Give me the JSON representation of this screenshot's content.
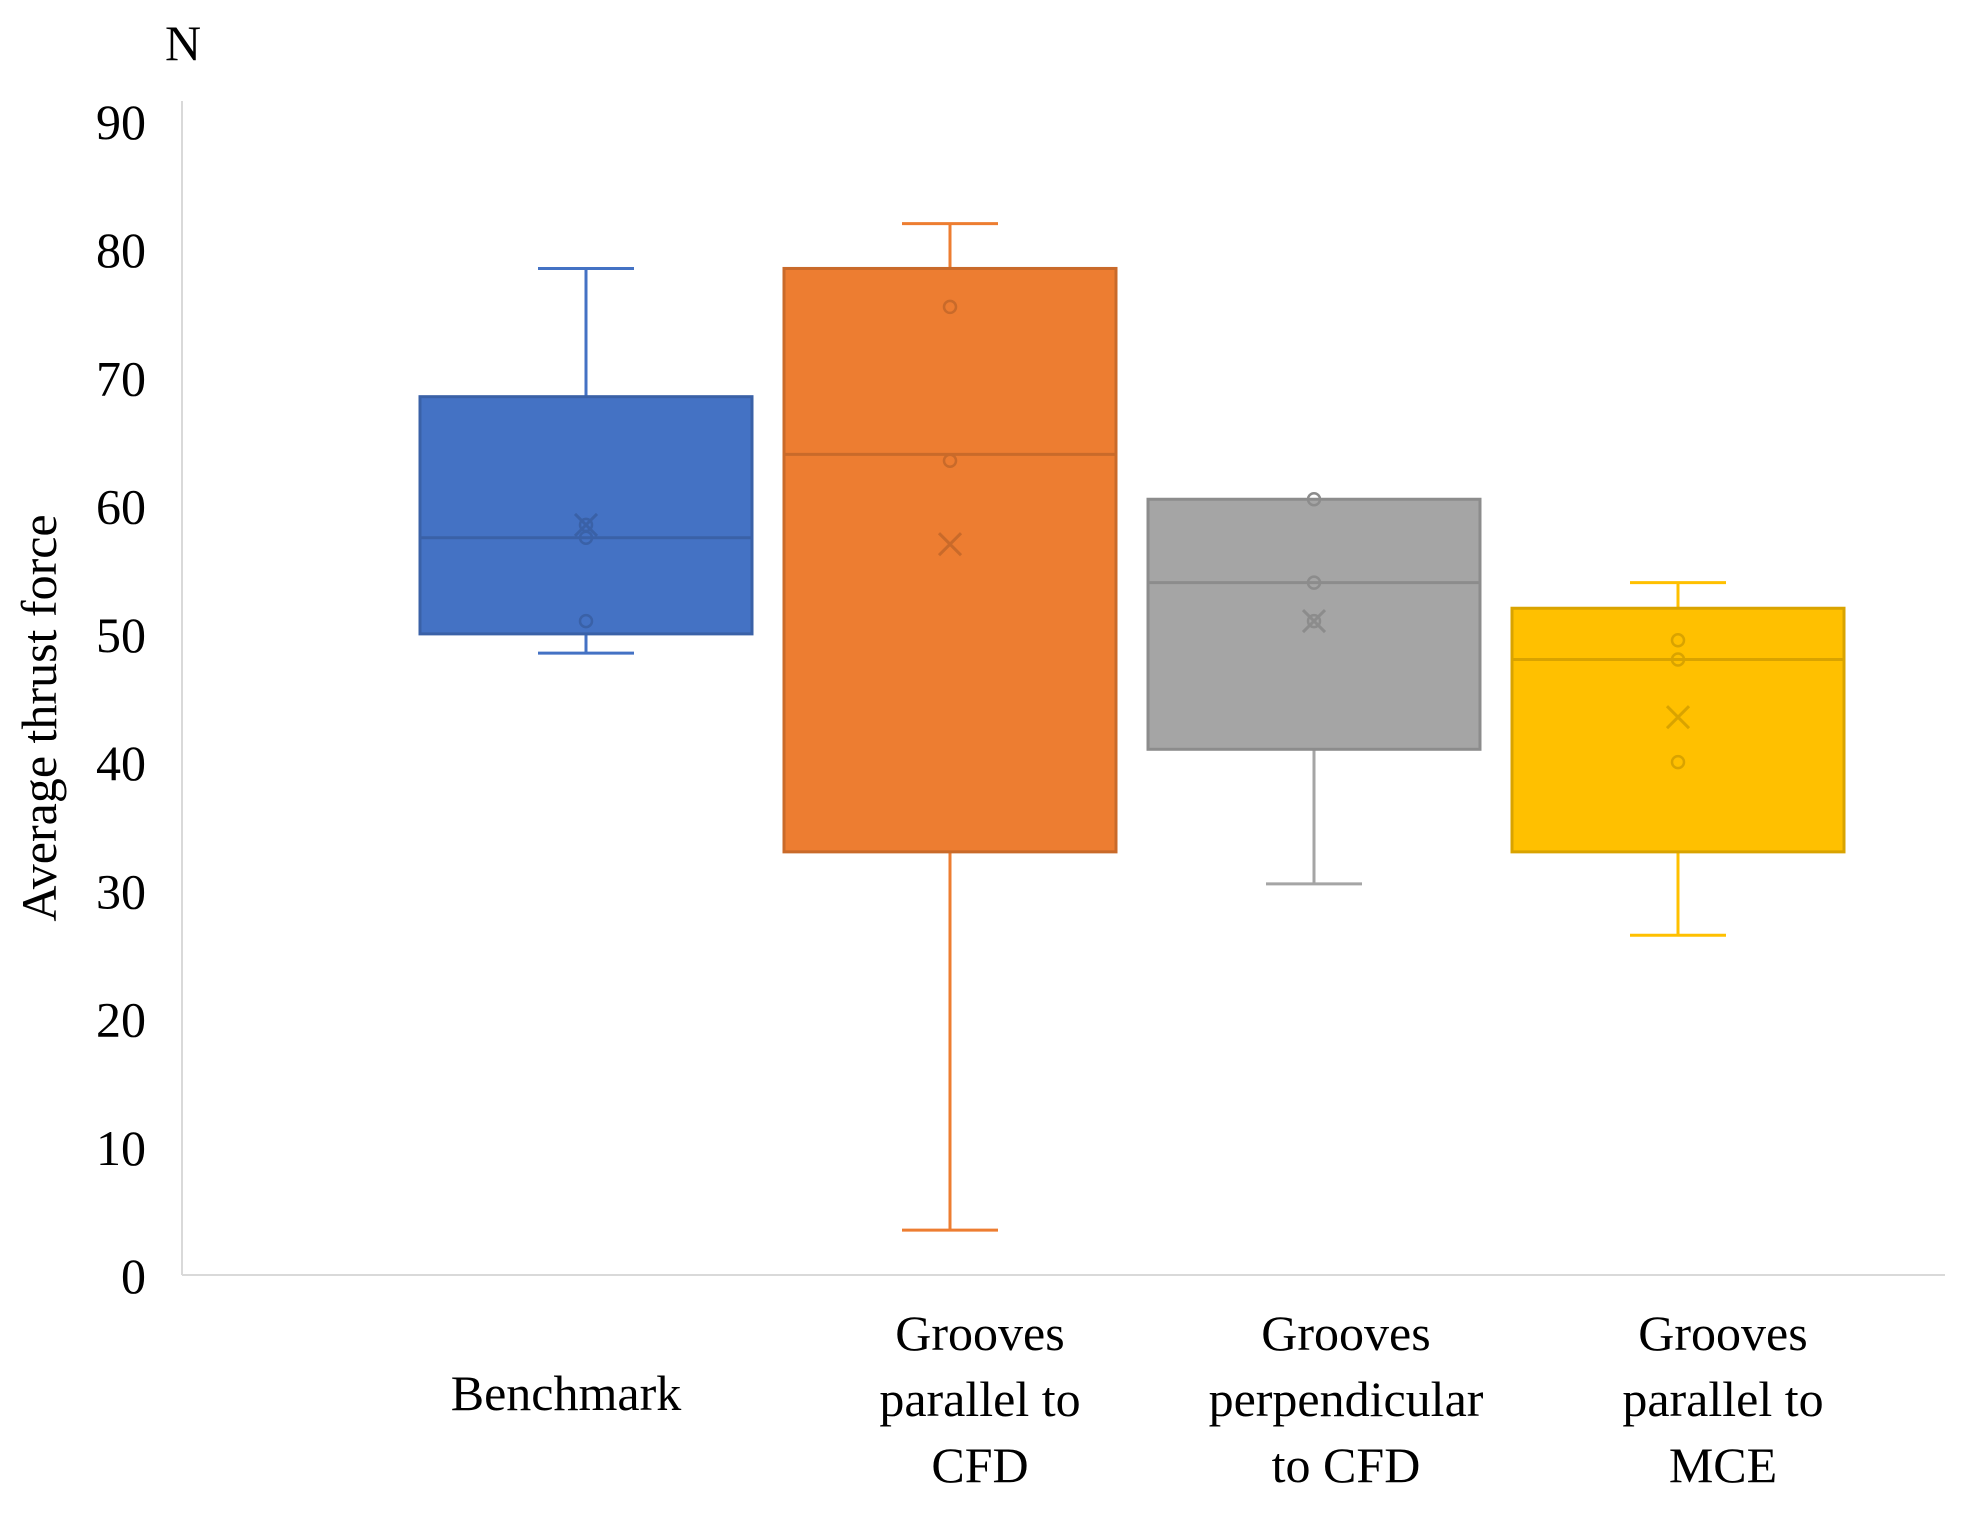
{
  "chart_data": {
    "type": "box",
    "unit_label": "N",
    "ylabel": "Average thrust force",
    "xlabel": "",
    "ylim": [
      0,
      90
    ],
    "y_ticks": [
      0,
      10,
      20,
      30,
      40,
      50,
      60,
      70,
      80,
      90
    ],
    "grid": false,
    "legend": "none",
    "categories": [
      {
        "lines": [
          "Benchmark"
        ]
      },
      {
        "lines": [
          "Grooves",
          "parallel to",
          "CFD"
        ]
      },
      {
        "lines": [
          "Grooves",
          "perpendicular",
          "to CFD"
        ]
      },
      {
        "lines": [
          "Grooves",
          "parallel to",
          "MCE"
        ]
      }
    ],
    "series": [
      {
        "whisker_low": 48.5,
        "q1": 50,
        "median": 57.5,
        "q3": 68.5,
        "whisker_high": 78.5,
        "mean": 58.5,
        "points": [
          51,
          57.5,
          58.5
        ],
        "color": "#4472C4"
      },
      {
        "whisker_low": 3.5,
        "q1": 33,
        "median": 64,
        "q3": 78.5,
        "whisker_high": 82,
        "mean": 57,
        "points": [
          63.5,
          75.5
        ],
        "color": "#ED7D31"
      },
      {
        "whisker_low": 30.5,
        "q1": 41,
        "median": 54,
        "q3": 60.5,
        "whisker_high": null,
        "mean": 51,
        "points": [
          51,
          54,
          60.5
        ],
        "color": "#A5A5A5"
      },
      {
        "whisker_low": 26.5,
        "q1": 33,
        "median": 48,
        "q3": 52,
        "whisker_high": 54,
        "mean": 43.5,
        "points": [
          40,
          48,
          49.5
        ],
        "color": "#FFC000"
      }
    ]
  }
}
